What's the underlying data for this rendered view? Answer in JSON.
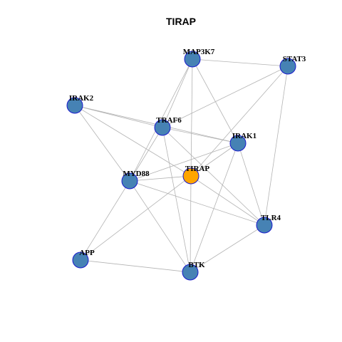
{
  "graph": {
    "title": "TIRAP",
    "colors": {
      "node_fill": "#4682b4",
      "focus_fill": "#ffa500",
      "node_stroke": "#1a1acd",
      "edge": "#b3b3b3"
    },
    "focus_node": "TIRAP",
    "nodes": [
      "MAP3K7",
      "STAT3",
      "IRAK2",
      "TRAF6",
      "IRAK1",
      "MYD88",
      "TIRAP",
      "TLR4",
      "APP",
      "BTK"
    ],
    "edges": [
      [
        "MAP3K7",
        "STAT3"
      ],
      [
        "MAP3K7",
        "TRAF6"
      ],
      [
        "MAP3K7",
        "MYD88"
      ],
      [
        "MAP3K7",
        "IRAK1"
      ],
      [
        "MAP3K7",
        "TIRAP"
      ],
      [
        "STAT3",
        "TRAF6"
      ],
      [
        "STAT3",
        "TIRAP"
      ],
      [
        "STAT3",
        "TLR4"
      ],
      [
        "IRAK2",
        "TRAF6"
      ],
      [
        "IRAK2",
        "IRAK1"
      ],
      [
        "IRAK2",
        "MYD88"
      ],
      [
        "IRAK2",
        "TIRAP"
      ],
      [
        "TRAF6",
        "IRAK1"
      ],
      [
        "TRAF6",
        "MYD88"
      ],
      [
        "TRAF6",
        "TLR4"
      ],
      [
        "TRAF6",
        "BTK"
      ],
      [
        "IRAK1",
        "MYD88"
      ],
      [
        "IRAK1",
        "TIRAP"
      ],
      [
        "IRAK1",
        "TLR4"
      ],
      [
        "IRAK1",
        "BTK"
      ],
      [
        "MYD88",
        "TIRAP"
      ],
      [
        "MYD88",
        "TLR4"
      ],
      [
        "MYD88",
        "APP"
      ],
      [
        "MYD88",
        "BTK"
      ],
      [
        "TIRAP",
        "TLR4"
      ],
      [
        "TIRAP",
        "APP"
      ],
      [
        "TIRAP",
        "BTK"
      ],
      [
        "TLR4",
        "BTK"
      ],
      [
        "APP",
        "BTK"
      ]
    ]
  }
}
